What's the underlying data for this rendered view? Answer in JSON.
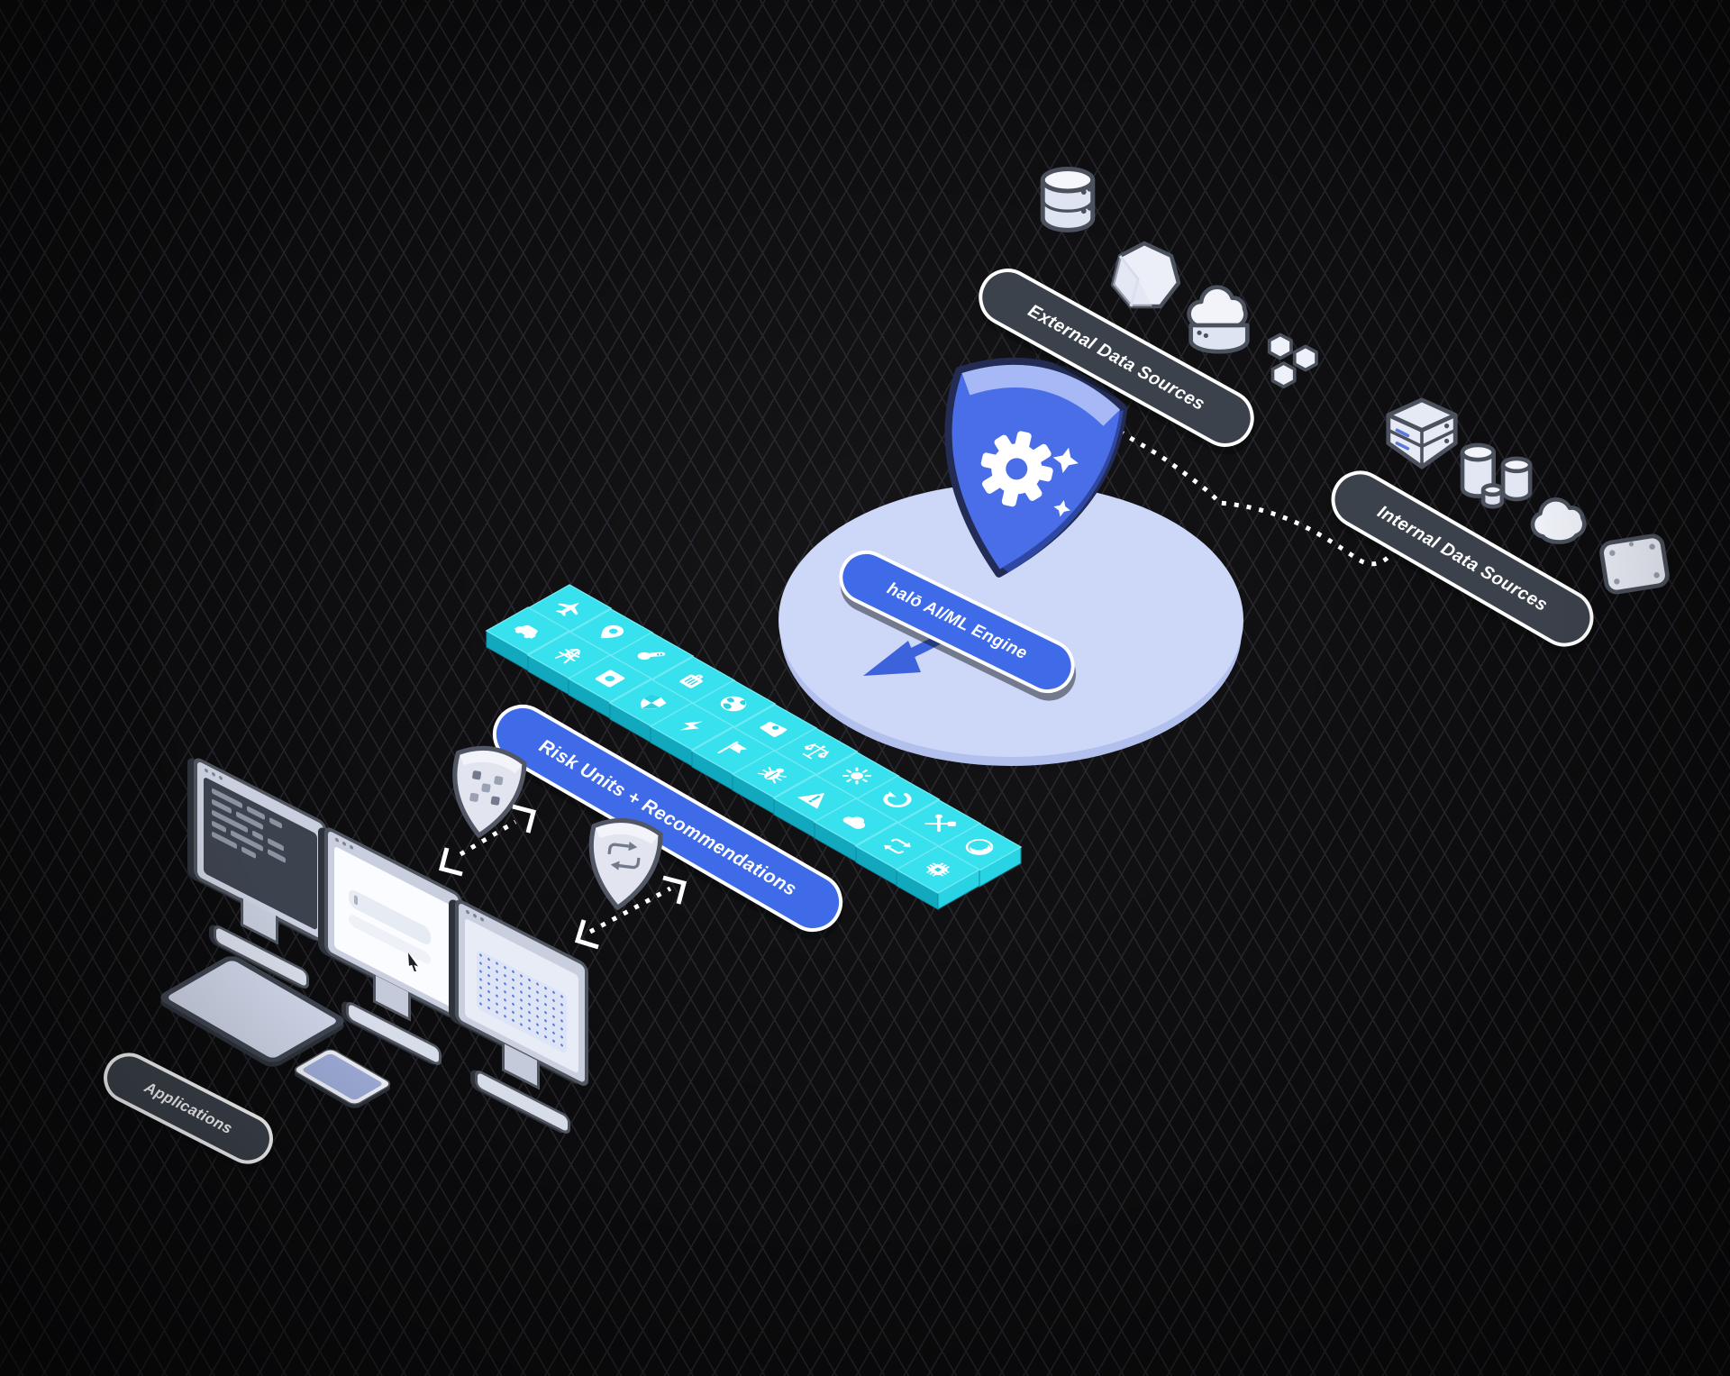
{
  "title": "halo AI/ML Engine data flow diagram",
  "labels": {
    "external_sources": "External Data Sources",
    "internal_sources": "Internal Data Sources",
    "engine": "halō AI/ML Engine",
    "risk_units": "Risk Units + Recommendations",
    "applications": "Applications"
  },
  "colors": {
    "background": "#0b0b0d",
    "grid_line": "#212127",
    "tile_top": "#38e1ee",
    "tile_left": "#12a9be",
    "tile_right": "#28d4e3",
    "platform": "#cdd7f7",
    "platform_rim": "#b2c0ee",
    "shield_blue": "#4a6ee8",
    "pill_dark": "#3c424b",
    "pill_blue": "#3f6be9",
    "connector_white": "#ffffff",
    "arrow_blue": "#3d63dc"
  },
  "engine_shield": {
    "icon": "gear-sparkle-icon"
  },
  "external_icons": [
    {
      "name": "database-icon"
    },
    {
      "name": "stone-polygon-icon"
    },
    {
      "name": "cloud-server-icon"
    },
    {
      "name": "hex-cluster-icon"
    }
  ],
  "internal_icons": [
    {
      "name": "hex-server-icon"
    },
    {
      "name": "cylinder-group-icon"
    },
    {
      "name": "cloud-icon"
    },
    {
      "name": "device-box-icon"
    }
  ],
  "risk_tiles": [
    {
      "c": 0,
      "r": 0,
      "icon": "airplane"
    },
    {
      "c": 1,
      "r": 0,
      "icon": "location-pin"
    },
    {
      "c": 2,
      "r": 0,
      "icon": "thermometer"
    },
    {
      "c": 3,
      "r": 0,
      "icon": "luggage"
    },
    {
      "c": 4,
      "r": 0,
      "icon": "globe"
    },
    {
      "c": 5,
      "r": 0,
      "icon": "money"
    },
    {
      "c": 6,
      "r": 0,
      "icon": "scales"
    },
    {
      "c": 7,
      "r": 0,
      "icon": "sun"
    },
    {
      "c": 8,
      "r": 0,
      "icon": "refresh"
    },
    {
      "c": 9,
      "r": 0,
      "icon": "tools"
    },
    {
      "c": 10,
      "r": 0,
      "icon": "moon"
    },
    {
      "c": 0,
      "r": 1,
      "icon": "car"
    },
    {
      "c": 1,
      "r": 1,
      "icon": "pylon"
    },
    {
      "c": 2,
      "r": 1,
      "icon": "image"
    },
    {
      "c": 3,
      "r": 1,
      "icon": "shield"
    },
    {
      "c": 4,
      "r": 1,
      "icon": "lightning"
    },
    {
      "c": 5,
      "r": 1,
      "icon": "flag"
    },
    {
      "c": 6,
      "r": 1,
      "icon": "bug"
    },
    {
      "c": 7,
      "r": 1,
      "icon": "warning"
    },
    {
      "c": 8,
      "r": 1,
      "icon": "cloud"
    },
    {
      "c": 9,
      "r": 1,
      "icon": "shuffle"
    },
    {
      "c": 10,
      "r": 1,
      "icon": "chip"
    }
  ],
  "app_shields": [
    {
      "icon": "pixel-shield-icon"
    },
    {
      "icon": "sync-shield-icon"
    }
  ],
  "devices": [
    {
      "name": "terminal-monitor"
    },
    {
      "name": "browser-monitor"
    },
    {
      "name": "dashboard-monitor"
    },
    {
      "name": "tablet"
    },
    {
      "name": "phone"
    }
  ]
}
